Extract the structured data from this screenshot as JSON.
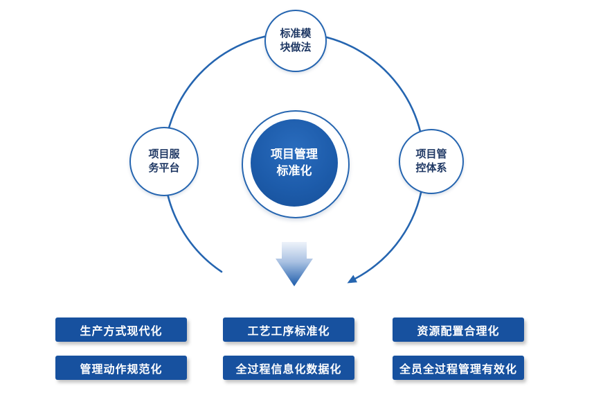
{
  "colors": {
    "primary_blue": "#1d5cab",
    "arc_blue": "#2565b0",
    "button_blue": "#17519f",
    "node_text": "#1f3864",
    "center_text": "#ffffff"
  },
  "center_node": {
    "line1": "项目管理",
    "line2": "标准化"
  },
  "satellite_nodes": [
    {
      "position": "top",
      "line1": "标准模",
      "line2": "块做法"
    },
    {
      "position": "left",
      "line1": "项目服",
      "line2": "务平台"
    },
    {
      "position": "right",
      "line1": "项目管",
      "line2": "控体系"
    }
  ],
  "result_buttons": [
    {
      "label": "生产方式现代化"
    },
    {
      "label": "工艺工序标准化"
    },
    {
      "label": "资源配置合理化"
    },
    {
      "label": "管理动作规范化"
    },
    {
      "label": "全过程信息化数据化"
    },
    {
      "label": "全员全过程管理有效化"
    }
  ],
  "icons": {
    "arc_arrowhead": "small triangular arrowhead at end of orbit arc",
    "down_arrow": "gradient downward arrow from center circle to result buttons"
  }
}
